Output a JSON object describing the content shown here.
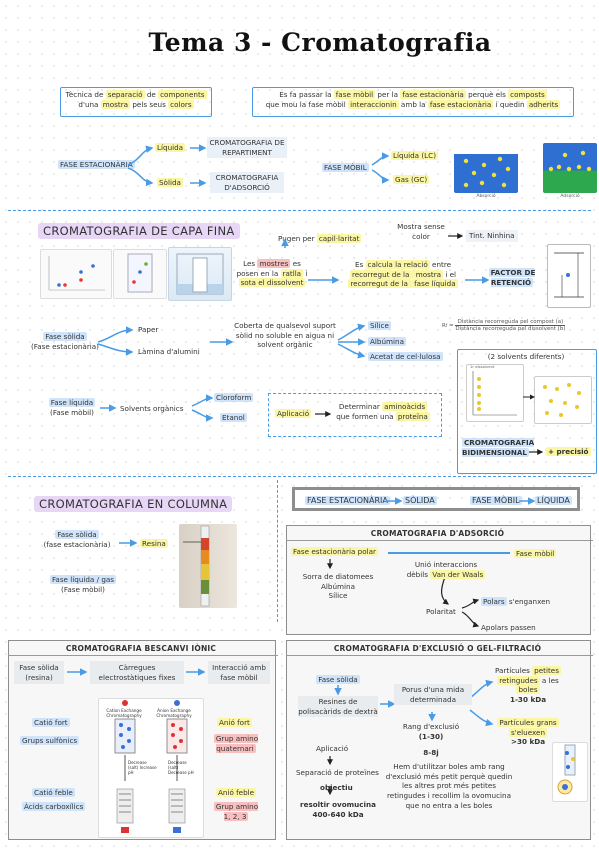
{
  "title": "Tema 3 - Cromatografia",
  "intro": {
    "def_a": "Tècnica de ",
    "def_sep": "separació",
    "def_b": " de ",
    "def_comp": "components",
    "def_c": "d'una ",
    "def_most": "mostra",
    "def_d": " pels seus ",
    "def_colors": "colors",
    "rule_a": "Es fa passar la ",
    "rule_fm": "fase mòbil",
    "rule_b": " per la ",
    "rule_fe": "fase estacionària",
    "rule_c": " perquè els ",
    "rule_comp": "composts",
    "rule_d": " que mou la fase mòbil ",
    "rule_int": "interaccionin",
    "rule_e": " amb la ",
    "rule_fe2": "fase estacionària",
    "rule_f": " i quedin ",
    "rule_adh": "adherits",
    "fe_label": "FASE ESTACIONÀRIA",
    "fe_liq": "Líquida",
    "fe_sol": "Sòlida",
    "fe_liq_res": "CROMATOGRAFIA DE REPARTIMENT",
    "fe_sol_res": "CROMATOGRAFIA D'ADSORCIÓ",
    "fm_label": "FASE MÒBIL",
    "fm_lc": "Líquida (LC)",
    "fm_gc": "Gas (GC)",
    "img1_cap": "Absorció",
    "img2_cap": "Adsorció"
  },
  "capa": {
    "heading": "CROMATOGRAFIA DE CAPA FINA",
    "pugen": "Pugen per ",
    "capil": "capil·laritat",
    "mostra_sense": "Mostra sense color",
    "tint": "Tint. Ninhina",
    "mostres_a": "Les ",
    "mostres": "mostres",
    "mostres_b": " es posen en la ",
    "ratlla": "ratlla",
    "mostres_c": " i ",
    "sota": "sota el dissolvent",
    "calc_a": "Es ",
    "calcula": "calcula la relació",
    "calc_b": " entre ",
    "rec1": "recorregut de la ",
    "mostra": "mostra",
    "calc_c": " i el ",
    "rec2": "recorregut de la ",
    "fase_liq": "fase líquida",
    "factor": "FACTOR DE RETENCIÓ",
    "formula_lhs": "R",
    "formula_num": "Distància recorreguda pel compost (a)",
    "formula_den": "Distància recorreguda pel dissolvent (b)",
    "fs": "Fase sòlida",
    "fs_sub": "(Fase estacionària)",
    "paper": "Paper",
    "lamina": "Làmina d'alumini",
    "coberta": "Coberta de qualsevol suport sòlid no soluble en aigua ni solvent orgànic",
    "silice": "Sílice",
    "albumina": "Albúmina",
    "acetat": "Acetat de cel·lulosa",
    "fl": "Fase líquida",
    "fl_sub": "(Fase mòbil)",
    "solv": "Solvents orgànics",
    "cloro": "Cloroform",
    "etanol": "Etanol",
    "aplic": "Aplicació",
    "determ": "Determinar ",
    "amino": "aminoàcids",
    "formen": "que formen una ",
    "proteina": "proteïna",
    "dos_solv": "(2 solvents diferents)",
    "bidim": "CROMATOGRAFIA BIDIMENSIONAL",
    "prec": "+ precisió",
    "small_cap": "1r dissolvent"
  },
  "columna": {
    "heading": "CROMATOGRAFIA EN COLUMNA",
    "fs": "Fase sòlida",
    "fs_sub": "(fase estacionària)",
    "resina": "Resina",
    "fl": "Fase líquida / gas",
    "fl_sub": "(Fase mòbil)"
  },
  "phase_box": {
    "fe": "FASE ESTACIONÀRIA",
    "sol": "SÒLIDA",
    "fm": "FASE MÒBIL",
    "liq": "LÍQUIDA"
  },
  "adsorcio": {
    "title": "CROMATOGRAFIA D'ADSORCIÓ",
    "fe_polar": "Fase estacionària polar",
    "fm": "Fase mòbil",
    "sorra": "Sorra de diatomees",
    "alb": "Albúmina",
    "sil": "Sílice",
    "unio_a": "Unió interaccions",
    "unio_b": "dèbils ",
    "vdw": "Van der Waals",
    "polaritat": "Polaritat",
    "polars": "Polars",
    "polars_b": " s'enganxen",
    "apolars": "Apolars passen"
  },
  "bescanvi": {
    "title": "CROMATOGRAFIA BESCANVI IÒNIC",
    "fs": "Fase sòlida (resina)",
    "carr": "Càrregues electrostàtiques fixes",
    "inter": "Interacció amb fase mòbil",
    "catio_fort": "Catió fort",
    "grup_sulf": "Grups sulfònics",
    "anio_fort": "Anió fort",
    "grup_quat": "Grup amino quaternari",
    "catio_feble": "Catió feble",
    "acids": "Àcids carboxílics",
    "anio_feble": "Anió feble",
    "grup_123": "Grup amino 1, 2, 3",
    "col_a": "Cation Exchange Chromatography",
    "col_b": "Anion Exchange Chromatography",
    "dec_a": "Decrease (salt) Increase pH",
    "dec_b": "Decrease (salt) Decrease pH"
  },
  "exclusio": {
    "title": "CROMATOGRAFIA D'EXCLUSIÓ O GEL-FILTRACIÓ",
    "fs": "Fase sòlida",
    "resines": "Resines de polisacàrids de dextrà",
    "porus": "Porus d'una mida determinada",
    "rang": "Rang d'exclusió",
    "rang_v": "(1-30)",
    "rang_u": "8-8j",
    "pp_a": "Partícules ",
    "petites": "petites",
    "pp_b": " ",
    "retingudes": "retingudes",
    "pp_c": " a les ",
    "boles": "boles",
    "pp_d": "1-30 kDa",
    "pg_a": "Partícules grans",
    "pg_b": "s'eluexen",
    "pg_c": ">30 kDa",
    "aplic": "Aplicació",
    "separ": "Separació de proteïnes",
    "obj": "objectiu",
    "resol": "resoltir ovomucina",
    "resol_v": "400-640 kDa",
    "hem": "Hem d'utilitzar boles amb rang d'exclusió més petit perquè quedin les altres prot més petites retingudes i recollim la ovomucina que no entra a les boles"
  }
}
